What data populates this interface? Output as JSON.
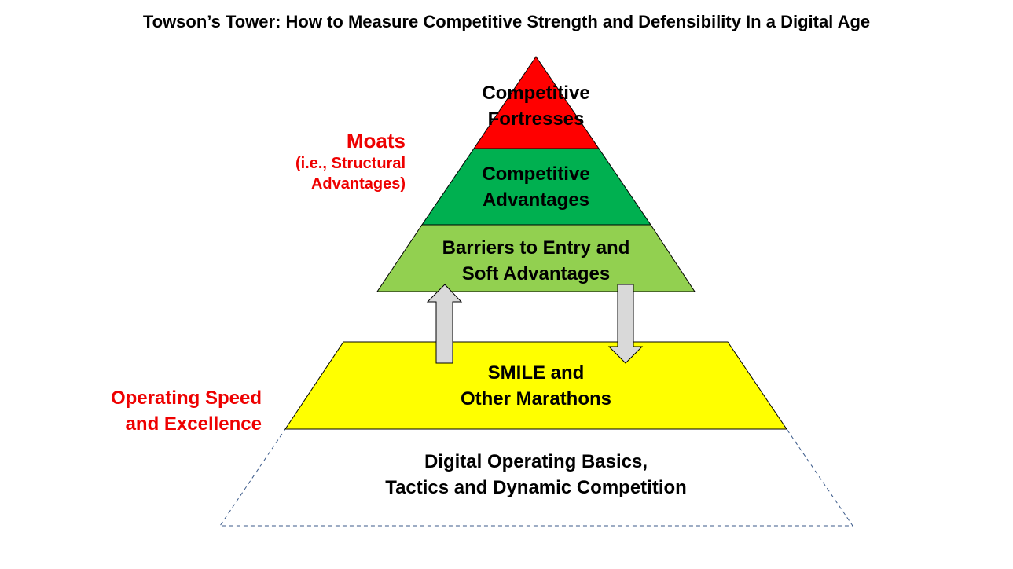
{
  "title": "Towson’s Tower: How to Measure Competitive Strength and Defensibility In a Digital Age",
  "layers": [
    {
      "line1": "Competitive",
      "line2": "Fortresses",
      "color": "#ff0000"
    },
    {
      "line1": "Competitive",
      "line2": "Advantages",
      "color": "#00b050"
    },
    {
      "line1": "Barriers to Entry and",
      "line2": "Soft Advantages",
      "color": "#92d050"
    },
    {
      "line1": "SMILE and",
      "line2": "Other Marathons",
      "color": "#ffff00"
    },
    {
      "line1": "Digital Operating Basics,",
      "line2": "Tactics and Dynamic Competition",
      "color": "#ffffff"
    }
  ],
  "moats": {
    "heading": "Moats",
    "line1": "(i.e., Structural",
    "line2": "Advantages)",
    "color": "#ee0000"
  },
  "operating": {
    "line1": "Operating Speed",
    "line2": "and Excellence",
    "color": "#ee0000"
  },
  "arrow_color": "#d9d9d9"
}
